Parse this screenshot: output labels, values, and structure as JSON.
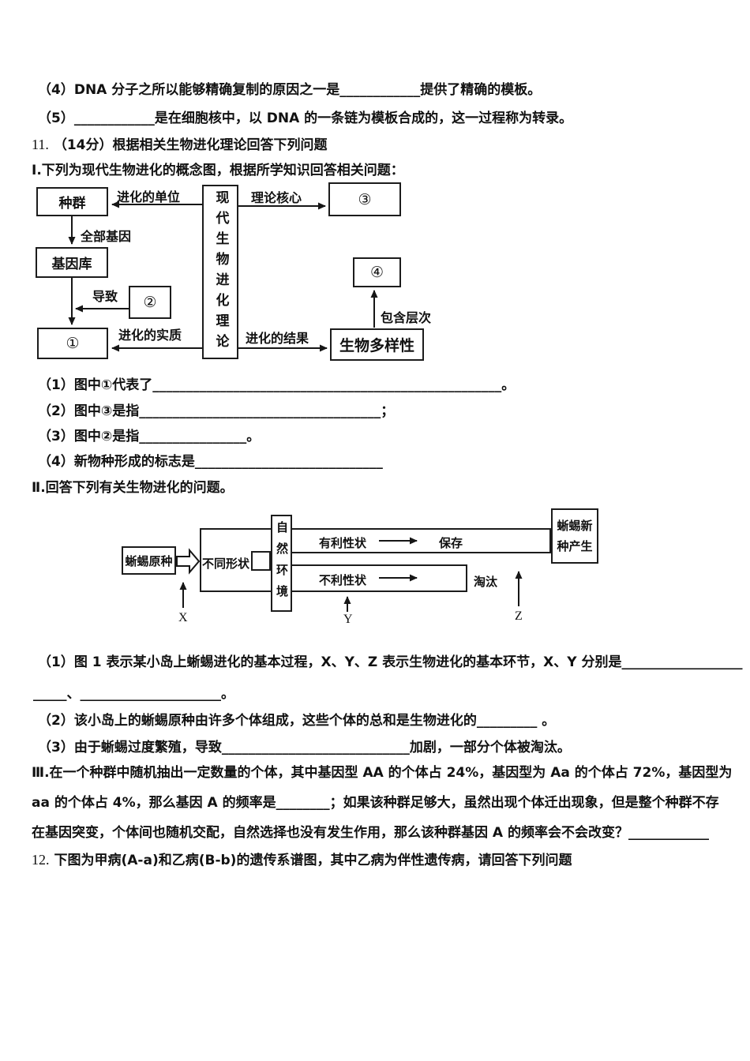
{
  "colors": {
    "ink": "#111111",
    "paper": "#ffffff"
  },
  "lines": {
    "q10_4": "（4）DNA 分子之所以能够精确复制的原因之一是____________提供了精确的模板。",
    "q10_5": "（5）____________是在细胞核中，以 DNA 的一条链为模板合成的，这一过程称为转录。",
    "q11": {
      "num": "11.",
      "text": "（14分）根据相关生物进化理论回答下列问题"
    },
    "part1_heading": "Ⅰ.下列为现代生物进化的概念图，根据所学知识回答相关问题：",
    "d1_q1": "（1）图中①代表了____________________________________________________。",
    "d1_q2": "（2）图中③是指____________________________________；",
    "d1_q3": "（3）图中②是指________________。",
    "d1_q4": "（4）新物种形成的标志是____________________________",
    "part2_heading": "Ⅱ.回答下列有关生物进化的问题。",
    "d2_q1a": "（1）图 1 表示某小岛上蜥蜴进化的基本过程，X、Y、Z 表示生物进化的基本环节，X、Y 分别是__________________",
    "d2_q1b": "_____、_____________________。",
    "d2_q2": "（2）该小岛上的蜥蜴原种由许多个体组成，这些个体的总和是生物进化的_________ 。",
    "d2_q3": "（3）由于蜥蜴过度繁殖，导致____________________________加剧，一部分个体被淘汰。",
    "part3_a": "Ⅲ.在一个种群中随机抽出一定数量的个体，其中基因型 AA 的个体占 24%，基因型为 Aa 的个体占 72%，基因型为",
    "part3_b": "aa 的个体占 4%，那么基因 A 的频率是________；如果该种群足够大，虽然出现个体迁出现象，但是整个种群不存",
    "part3_c": "在基因突变，个体间也随机交配，自然选择也没有发生作用，那么该种群基因 A 的频率会不会改变？____________",
    "q12": {
      "num": "12.",
      "text": "下图为甲病(A-a)和乙病(B-b)的遗传系谱图，其中乙病为伴性遗传病，请回答下列问题"
    }
  },
  "diagram1": {
    "center_box": "现代生物进化理论",
    "box_population": "种群",
    "box_gene_pool": "基因库",
    "box_1": "①",
    "box_2": "②",
    "box_3": "③",
    "box_4": "④",
    "box_biodiversity": "生物多样性",
    "label_unit": "进化的单位",
    "label_core": "理论核心",
    "label_all_genes": "全部基因",
    "label_cause": "导致",
    "label_essence": "进化的实质",
    "label_result": "进化的结果",
    "label_levels": "包含层次"
  },
  "diagram2": {
    "box_original": "蜥蜴原种",
    "label_different_traits": "不同形状",
    "box_nature": "自然环境",
    "label_favorable": "有利性状",
    "label_preserved": "保存",
    "label_unfavorable": "不利性状",
    "label_eliminated": "淘汰",
    "new_species_line1": "蜥蜴新",
    "new_species_line2": "种产生",
    "label_x": "X",
    "label_y": "Y",
    "label_z": "Z"
  }
}
